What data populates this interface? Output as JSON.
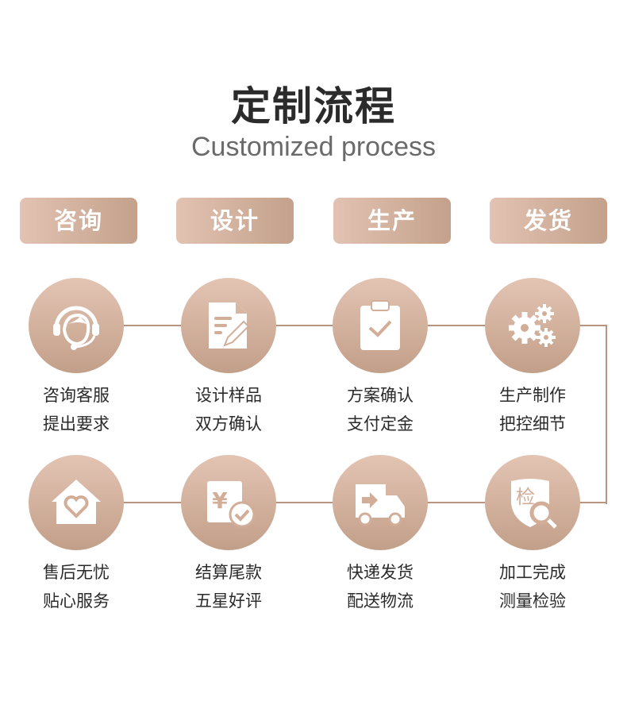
{
  "header": {
    "title": "定制流程",
    "subtitle": "Customized process"
  },
  "stages": [
    "咨询",
    "设计",
    "生产",
    "发货"
  ],
  "steps": [
    {
      "icon": "headset-icon",
      "line1": "咨询客服",
      "line2": "提出要求"
    },
    {
      "icon": "document-edit-icon",
      "line1": "设计样品",
      "line2": "双方确认"
    },
    {
      "icon": "clipboard-check-icon",
      "line1": "方案确认",
      "line2": "支付定金"
    },
    {
      "icon": "gears-icon",
      "line1": "生产制作",
      "line2": "把控细节"
    },
    {
      "icon": "inspection-shield-icon",
      "line1": "加工完成",
      "line2": "测量检验",
      "badge": "检"
    },
    {
      "icon": "delivery-truck-icon",
      "line1": "快递发货",
      "line2": "配送物流"
    },
    {
      "icon": "payment-check-icon",
      "line1": "结算尾款",
      "line2": "五星好评",
      "badge": "¥"
    },
    {
      "icon": "home-heart-icon",
      "line1": "售后无忧",
      "line2": "贴心服务"
    }
  ],
  "colors": {
    "accent_light": "#e3c4b3",
    "accent_dark": "#c29f89",
    "line": "#b89580"
  }
}
